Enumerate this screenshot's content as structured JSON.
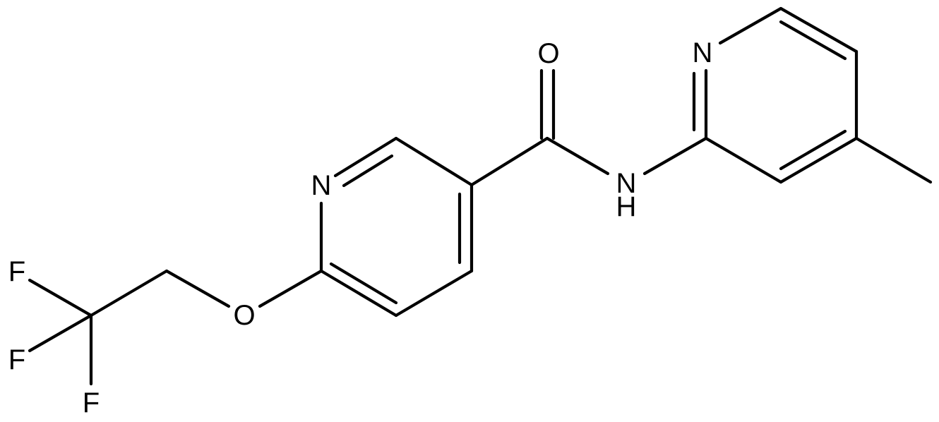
{
  "diagram": {
    "type": "chemical-structure",
    "atom_labels": {
      "O_carbonyl": "O",
      "N_amide": "N",
      "H_amide": "H",
      "N_pyridine_left": "N",
      "N_pyridine_right": "N",
      "O_ether": "O",
      "F1": "F",
      "F2": "F",
      "F3": "F"
    },
    "colors": {
      "stroke": "#000000",
      "background": "#ffffff"
    }
  }
}
